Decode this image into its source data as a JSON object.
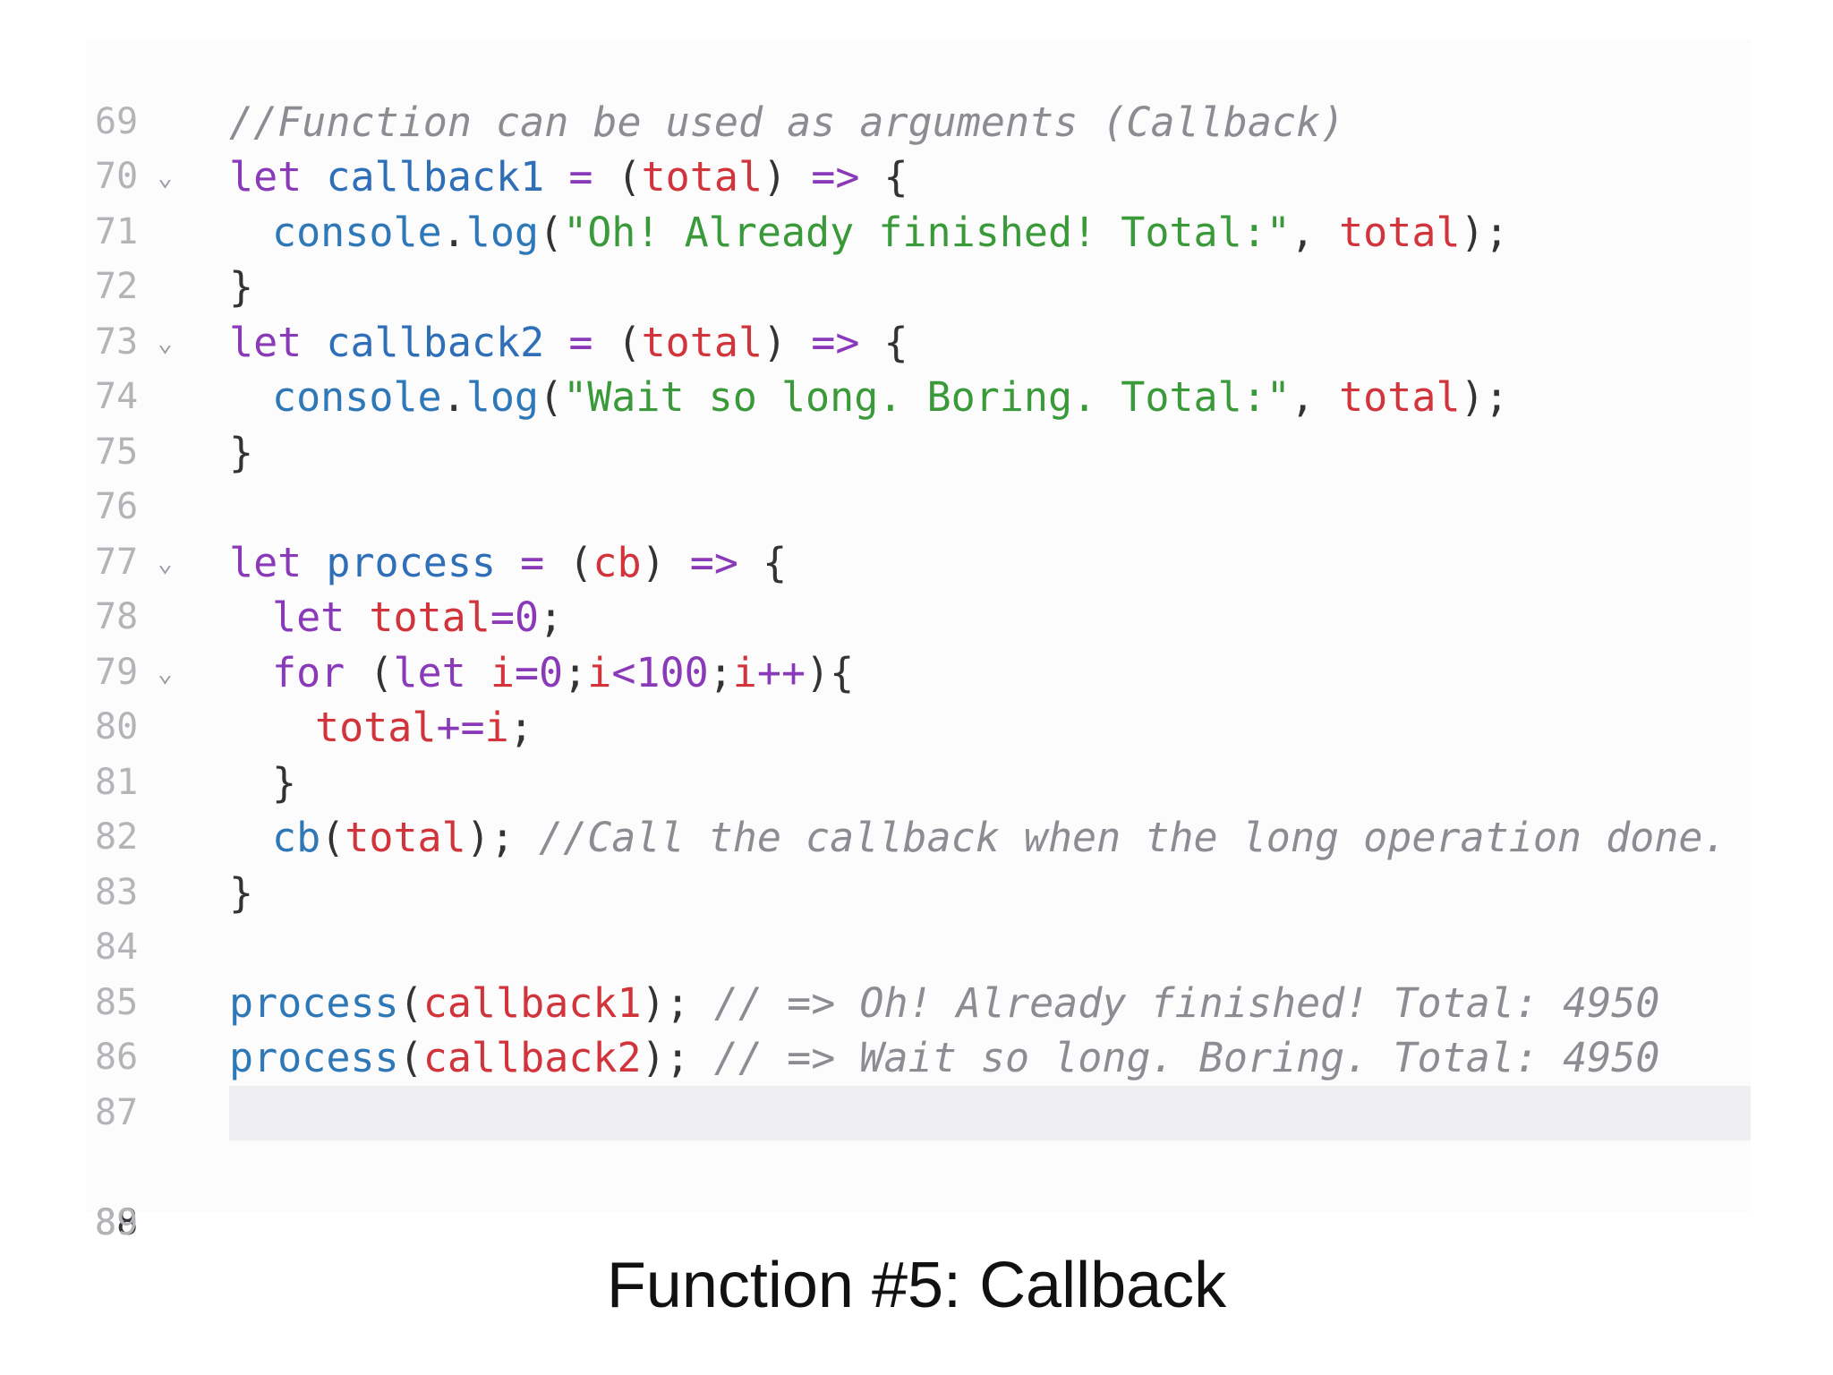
{
  "editor": {
    "active_line": "88",
    "lines": [
      {
        "num": "69"
      },
      {
        "num": "70",
        "comment": "//Function can be used as arguments (Callback)"
      },
      {
        "num": "71",
        "fold": "⌄",
        "kw_let": "let",
        "name": "callback1",
        "eq": "=",
        "open_paren": "(",
        "param": "total",
        "close_paren": ")",
        "arrow": "=>",
        "brace": "{"
      },
      {
        "num": "72",
        "obj": "console",
        "dot": ".",
        "method": "log",
        "open": "(",
        "str": "\"Oh! Already finished! Total:\"",
        "comma": ",",
        "arg": "total",
        "close": ");"
      },
      {
        "num": "73",
        "brace": "}"
      },
      {
        "num": "74",
        "fold": "⌄",
        "kw_let": "let",
        "name": "callback2",
        "eq": "=",
        "open_paren": "(",
        "param": "total",
        "close_paren": ")",
        "arrow": "=>",
        "brace": "{"
      },
      {
        "num": "75",
        "obj": "console",
        "dot": ".",
        "method": "log",
        "open": "(",
        "str": "\"Wait so long. Boring. Total:\"",
        "comma": ",",
        "arg": "total",
        "close": ");"
      },
      {
        "num": "76",
        "brace": "}"
      },
      {
        "num": "77"
      },
      {
        "num": "78",
        "fold": "⌄",
        "kw_let": "let",
        "name": "process",
        "eq": "=",
        "open_paren": "(",
        "param": "cb",
        "close_paren": ")",
        "arrow": "=>",
        "brace": "{"
      },
      {
        "num": "79",
        "kw_let": "let",
        "var": "total",
        "op": "=",
        "num_val": "0",
        "semi": ";"
      },
      {
        "num": "80",
        "fold": "⌄",
        "kw_for": "for",
        "open": "(",
        "kw_let": "let",
        "i1": "i",
        "eq": "=",
        "zero": "0",
        "semi1": ";",
        "i2": "i",
        "lt": "<",
        "hundred": "100",
        "semi2": ";",
        "i3": "i",
        "inc": "++",
        "close": "){"
      },
      {
        "num": "81",
        "var": "total",
        "op": "+=",
        "i": "i",
        "semi": ";"
      },
      {
        "num": "82",
        "brace": "}"
      },
      {
        "num": "83",
        "call": "cb",
        "open": "(",
        "arg": "total",
        "close": ");",
        "comment": "//Call the callback when the long operation done."
      },
      {
        "num": "84",
        "brace": "}"
      },
      {
        "num": "85"
      },
      {
        "num": "86",
        "call": "process",
        "open": "(",
        "arg": "callback1",
        "close": ");",
        "comment": "// => Oh! Already finished! Total: 4950"
      },
      {
        "num": "87",
        "call": "process",
        "open": "(",
        "arg": "callback2",
        "close": ");",
        "comment": "// => Wait so long. Boring. Total: 4950"
      },
      {
        "num": "88"
      },
      {
        "num": "89"
      }
    ]
  },
  "caption": "Function #5: Callback",
  "colors": {
    "keyword": "#8a3ab9",
    "definition": "#2f6fb7",
    "variable": "#d1353b",
    "string": "#3a9a3a",
    "comment": "#8c8c92",
    "active_line_bg": "#efeff1"
  }
}
